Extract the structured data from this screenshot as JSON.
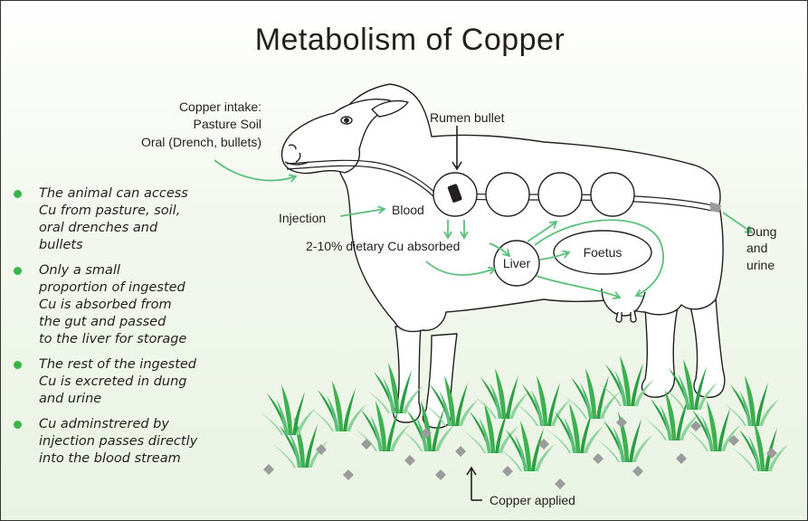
{
  "title": "Metabolism of Copper",
  "labels": {
    "intake_line1": "Copper intake:",
    "intake_line2": "Pasture Soil",
    "intake_line3": "Oral (Drench, bullets)",
    "rumen_bullet": "Rumen bullet",
    "injection": "Injection",
    "blood": "Blood",
    "absorbed": "2-10% dietary Cu absorbed",
    "liver": "Liver",
    "foetus": "Foetus",
    "dung_line1": "Dung",
    "dung_line2": "and",
    "dung_line3": "urine",
    "copper_applied": "Copper applied"
  },
  "bullets": [
    {
      "line1": "The animal can access",
      "line2": "Cu  from pasture, soil,",
      "line3": "oral drenches and",
      "line4": "bullets"
    },
    {
      "line1": "Only a small",
      "line2": "proportion of ingested",
      "line3": "Cu is absorbed from",
      "line4": "the gut and passed",
      "line5": "to the liver for storage"
    },
    {
      "line1": "The rest of the ingested",
      "line2": "Cu is excreted in dung",
      "line3": "and urine"
    },
    {
      "line1": "Cu adminstrered by",
      "line2": "injection passes directly",
      "line3": "into the blood stream"
    }
  ],
  "colors": {
    "arrow_green": "#5cc07a",
    "grass_dark": "#2e9e46",
    "grass_light": "#8bd39a",
    "copper_granule": "#9b9b9b",
    "bullet_dot": "#39b54a"
  }
}
